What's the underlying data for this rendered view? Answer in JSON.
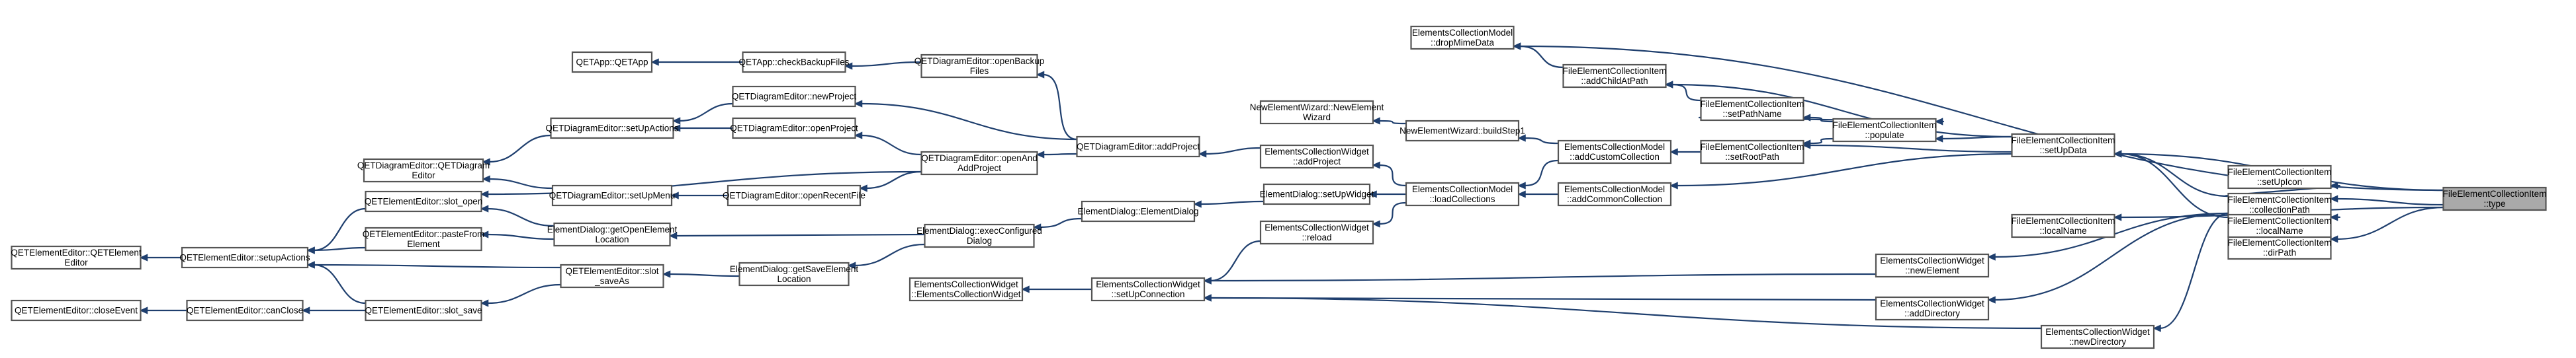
{
  "graph": {
    "nodes": [
      {
        "id": "type",
        "lines": [
          "FileElementCollectionItem",
          "::type"
        ],
        "focus": true
      },
      {
        "id": "fecSetUpData",
        "lines": [
          "FileElementCollectionItem",
          "::setUpData"
        ]
      },
      {
        "id": "fecSetUpIcon",
        "lines": [
          "FileElementCollectionItem",
          "::setUpIcon"
        ]
      },
      {
        "id": "fecCollectionPath",
        "lines": [
          "FileElementCollectionItem",
          "::collectionPath"
        ]
      },
      {
        "id": "fecDirPath",
        "lines": [
          "FileElementCollectionItem",
          "::dirPath"
        ]
      },
      {
        "id": "fecLocalNameOuter",
        "lines": [
          "FileElementCollectionItem",
          "::localName"
        ]
      },
      {
        "id": "fecLocalNameInner",
        "lines": [
          "FileElementCollectionItem",
          "::localName"
        ]
      },
      {
        "id": "ecmDropMimeData",
        "lines": [
          "ElementsCollectionModel",
          "::dropMimeData"
        ]
      },
      {
        "id": "fecAddChildAtPath",
        "lines": [
          "FileElementCollectionItem",
          "::addChildAtPath"
        ]
      },
      {
        "id": "fecPopulate",
        "lines": [
          "FileElementCollectionItem",
          "::populate"
        ]
      },
      {
        "id": "fecSetPathName",
        "lines": [
          "FileElementCollectionItem",
          "::setPathName"
        ]
      },
      {
        "id": "fecSetRootPath",
        "lines": [
          "FileElementCollectionItem",
          "::setRootPath"
        ]
      },
      {
        "id": "ecmAddCustomCollection",
        "lines": [
          "ElementsCollectionModel",
          "::addCustomCollection"
        ]
      },
      {
        "id": "ecmAddCommonCollection",
        "lines": [
          "ElementsCollectionModel",
          "::addCommonCollection"
        ]
      },
      {
        "id": "ecmLoadCollections",
        "lines": [
          "ElementsCollectionModel",
          "::loadCollections"
        ]
      },
      {
        "id": "newElementWizardBuildStep1",
        "lines": [
          "NewElementWizard::buildStep1"
        ]
      },
      {
        "id": "newElementWizardCtor",
        "lines": [
          "NewElementWizard::NewElement",
          "Wizard"
        ]
      },
      {
        "id": "ecwAddProject",
        "lines": [
          "ElementsCollectionWidget",
          "::addProject"
        ]
      },
      {
        "id": "elementDialogSetUpWidget",
        "lines": [
          "ElementDialog::setUpWidget"
        ]
      },
      {
        "id": "ecwReload",
        "lines": [
          "ElementsCollectionWidget",
          "::reload"
        ]
      },
      {
        "id": "ecwNewElement",
        "lines": [
          "ElementsCollectionWidget",
          "::newElement"
        ]
      },
      {
        "id": "ecwAddDirectory",
        "lines": [
          "ElementsCollectionWidget",
          "::addDirectory"
        ]
      },
      {
        "id": "ecwNewDirectory",
        "lines": [
          "ElementsCollectionWidget",
          "::newDirectory"
        ]
      },
      {
        "id": "ecwSetUpConnection",
        "lines": [
          "ElementsCollectionWidget",
          "::setUpConnection"
        ]
      },
      {
        "id": "ecwCtor",
        "lines": [
          "ElementsCollectionWidget",
          "::ElementsCollectionWidget"
        ]
      },
      {
        "id": "qetDiagramEditorAddProject",
        "lines": [
          "QETDiagramEditor::addProject"
        ]
      },
      {
        "id": "elementDialogCtor",
        "lines": [
          "ElementDialog::ElementDialog"
        ]
      },
      {
        "id": "elementDialogExecConfigured",
        "lines": [
          "ElementDialog::execConfigured",
          "Dialog"
        ]
      },
      {
        "id": "elementDialogGetOpenElementLocation",
        "lines": [
          "ElementDialog::getOpenElement",
          "Location"
        ]
      },
      {
        "id": "elementDialogGetSaveElementLocation",
        "lines": [
          "ElementDialog::getSaveElement",
          "Location"
        ]
      },
      {
        "id": "qetDiagramEditorOpenBackupFiles",
        "lines": [
          "QETDiagramEditor::openBackup",
          "Files"
        ]
      },
      {
        "id": "qetAppCheckBackupFiles",
        "lines": [
          "QETApp::checkBackupFiles"
        ]
      },
      {
        "id": "qetAppCtor",
        "lines": [
          "QETApp::QETApp"
        ]
      },
      {
        "id": "qetDiagramEditorNewProject",
        "lines": [
          "QETDiagramEditor::newProject"
        ]
      },
      {
        "id": "qetDiagramEditorOpenProject",
        "lines": [
          "QETDiagramEditor::openProject"
        ]
      },
      {
        "id": "qetDiagramEditorOpenAndAddProject",
        "lines": [
          "QETDiagramEditor::openAnd",
          "AddProject"
        ]
      },
      {
        "id": "qetDiagramEditorOpenRecentFile",
        "lines": [
          "QETDiagramEditor::openRecentFile"
        ]
      },
      {
        "id": "qetDiagramEditorSetUpActions",
        "lines": [
          "QETDiagramEditor::setUpActions"
        ]
      },
      {
        "id": "qetDiagramEditorSetUpMenu",
        "lines": [
          "QETDiagramEditor::setUpMenu"
        ]
      },
      {
        "id": "qetDiagramEditorCtor",
        "lines": [
          "QETDiagramEditor::QETDiagram",
          "Editor"
        ]
      },
      {
        "id": "qetElementEditorSlotOpen",
        "lines": [
          "QETElementEditor::slot_open"
        ]
      },
      {
        "id": "qetElementEditorPasteFromElement",
        "lines": [
          "QETElementEditor::pasteFrom",
          "Element"
        ]
      },
      {
        "id": "qetElementEditorSlotSaveAs",
        "lines": [
          "QETElementEditor::slot",
          "_saveAs"
        ]
      },
      {
        "id": "qetElementEditorSlotSave",
        "lines": [
          "QETElementEditor::slot_save"
        ]
      },
      {
        "id": "qetElementEditorSetupActions",
        "lines": [
          "QETElementEditor::setupActions"
        ]
      },
      {
        "id": "qetElementEditorCanClose",
        "lines": [
          "QETElementEditor::canClose"
        ]
      },
      {
        "id": "qetElementEditorCtor",
        "lines": [
          "QETElementEditor::QETElement",
          "Editor"
        ]
      },
      {
        "id": "qetElementEditorCloseEvent",
        "lines": [
          "QETElementEditor::closeEvent"
        ]
      }
    ],
    "edges": [
      [
        "type",
        "fecSetUpData"
      ],
      [
        "type",
        "fecCollectionPath"
      ],
      [
        "type",
        "fecDirPath"
      ],
      [
        "type",
        "fecLocalNameOuter"
      ],
      [
        "type",
        "ecmDropMimeData"
      ],
      [
        "fecCollectionPath",
        "fecSetUpData"
      ],
      [
        "fecCollectionPath",
        "fecSetUpIcon"
      ],
      [
        "fecCollectionPath",
        "fecLocalNameInner"
      ],
      [
        "fecCollectionPath",
        "ecwNewElement"
      ],
      [
        "fecCollectionPath",
        "ecwAddDirectory"
      ],
      [
        "fecCollectionPath",
        "ecwNewDirectory"
      ],
      [
        "fecLocalNameInner",
        "fecSetUpData"
      ],
      [
        "fecSetUpData",
        "fecAddChildAtPath"
      ],
      [
        "fecSetUpData",
        "fecPopulate"
      ],
      [
        "fecSetUpData",
        "fecSetRootPath"
      ],
      [
        "fecSetUpData",
        "ecmAddCommonCollection"
      ],
      [
        "fecAddChildAtPath",
        "ecmDropMimeData"
      ],
      [
        "fecPopulate",
        "fecSetPathName"
      ],
      [
        "fecPopulate",
        "fecSetRootPath"
      ],
      [
        "fecSetPathName",
        "fecAddChildAtPath"
      ],
      [
        "fecSetPathName",
        "fecPopulate"
      ],
      [
        "fecSetRootPath",
        "ecmAddCustomCollection"
      ],
      [
        "ecmAddCustomCollection",
        "ecmLoadCollections"
      ],
      [
        "ecmAddCustomCollection",
        "newElementWizardBuildStep1"
      ],
      [
        "ecmAddCommonCollection",
        "ecmLoadCollections"
      ],
      [
        "newElementWizardBuildStep1",
        "newElementWizardCtor"
      ],
      [
        "ecmLoadCollections",
        "ecwAddProject"
      ],
      [
        "ecmLoadCollections",
        "elementDialogSetUpWidget"
      ],
      [
        "ecmLoadCollections",
        "ecwReload"
      ],
      [
        "ecwAddProject",
        "qetDiagramEditorAddProject"
      ],
      [
        "elementDialogSetUpWidget",
        "elementDialogCtor"
      ],
      [
        "ecwReload",
        "ecwSetUpConnection"
      ],
      [
        "ecwNewElement",
        "ecwSetUpConnection"
      ],
      [
        "ecwAddDirectory",
        "ecwSetUpConnection"
      ],
      [
        "ecwNewDirectory",
        "ecwSetUpConnection"
      ],
      [
        "ecwSetUpConnection",
        "ecwCtor"
      ],
      [
        "elementDialogCtor",
        "elementDialogExecConfigured"
      ],
      [
        "elementDialogExecConfigured",
        "elementDialogGetOpenElementLocation"
      ],
      [
        "elementDialogExecConfigured",
        "elementDialogGetSaveElementLocation"
      ],
      [
        "qetDiagramEditorAddProject",
        "qetDiagramEditorOpenBackupFiles"
      ],
      [
        "qetDiagramEditorAddProject",
        "qetDiagramEditorNewProject"
      ],
      [
        "qetDiagramEditorAddProject",
        "qetDiagramEditorOpenAndAddProject"
      ],
      [
        "qetDiagramEditorOpenBackupFiles",
        "qetAppCheckBackupFiles"
      ],
      [
        "qetAppCheckBackupFiles",
        "qetAppCtor"
      ],
      [
        "qetDiagramEditorNewProject",
        "qetDiagramEditorSetUpActions"
      ],
      [
        "qetDiagramEditorOpenAndAddProject",
        "qetDiagramEditorOpenProject"
      ],
      [
        "qetDiagramEditorOpenAndAddProject",
        "qetDiagramEditorOpenRecentFile"
      ],
      [
        "qetDiagramEditorOpenAndAddProject",
        "qetElementEditorSlotOpen"
      ],
      [
        "qetDiagramEditorOpenProject",
        "qetDiagramEditorSetUpActions"
      ],
      [
        "qetDiagramEditorOpenRecentFile",
        "qetDiagramEditorSetUpMenu"
      ],
      [
        "qetDiagramEditorSetUpActions",
        "qetDiagramEditorCtor"
      ],
      [
        "qetDiagramEditorSetUpMenu",
        "qetDiagramEditorCtor"
      ],
      [
        "elementDialogGetOpenElementLocation",
        "qetElementEditorSlotOpen"
      ],
      [
        "elementDialogGetOpenElementLocation",
        "qetElementEditorPasteFromElement"
      ],
      [
        "elementDialogGetSaveElementLocation",
        "qetElementEditorSlotSaveAs"
      ],
      [
        "qetElementEditorSlotOpen",
        "qetElementEditorSetupActions"
      ],
      [
        "qetElementEditorPasteFromElement",
        "qetElementEditorSetupActions"
      ],
      [
        "qetElementEditorSlotSaveAs",
        "qetElementEditorSetupActions"
      ],
      [
        "qetElementEditorSlotSaveAs",
        "qetElementEditorSlotSave"
      ],
      [
        "qetElementEditorSlotSave",
        "qetElementEditorSetupActions"
      ],
      [
        "qetElementEditorSlotSave",
        "qetElementEditorCanClose"
      ],
      [
        "qetElementEditorSetupActions",
        "qetElementEditorCtor"
      ],
      [
        "qetElementEditorCanClose",
        "qetElementEditorCloseEvent"
      ]
    ]
  },
  "colors": {
    "edge": "#1f3f6e",
    "node_border": "#555555",
    "node_fill": "#ffffff",
    "focus_fill": "#a9a9a9"
  }
}
